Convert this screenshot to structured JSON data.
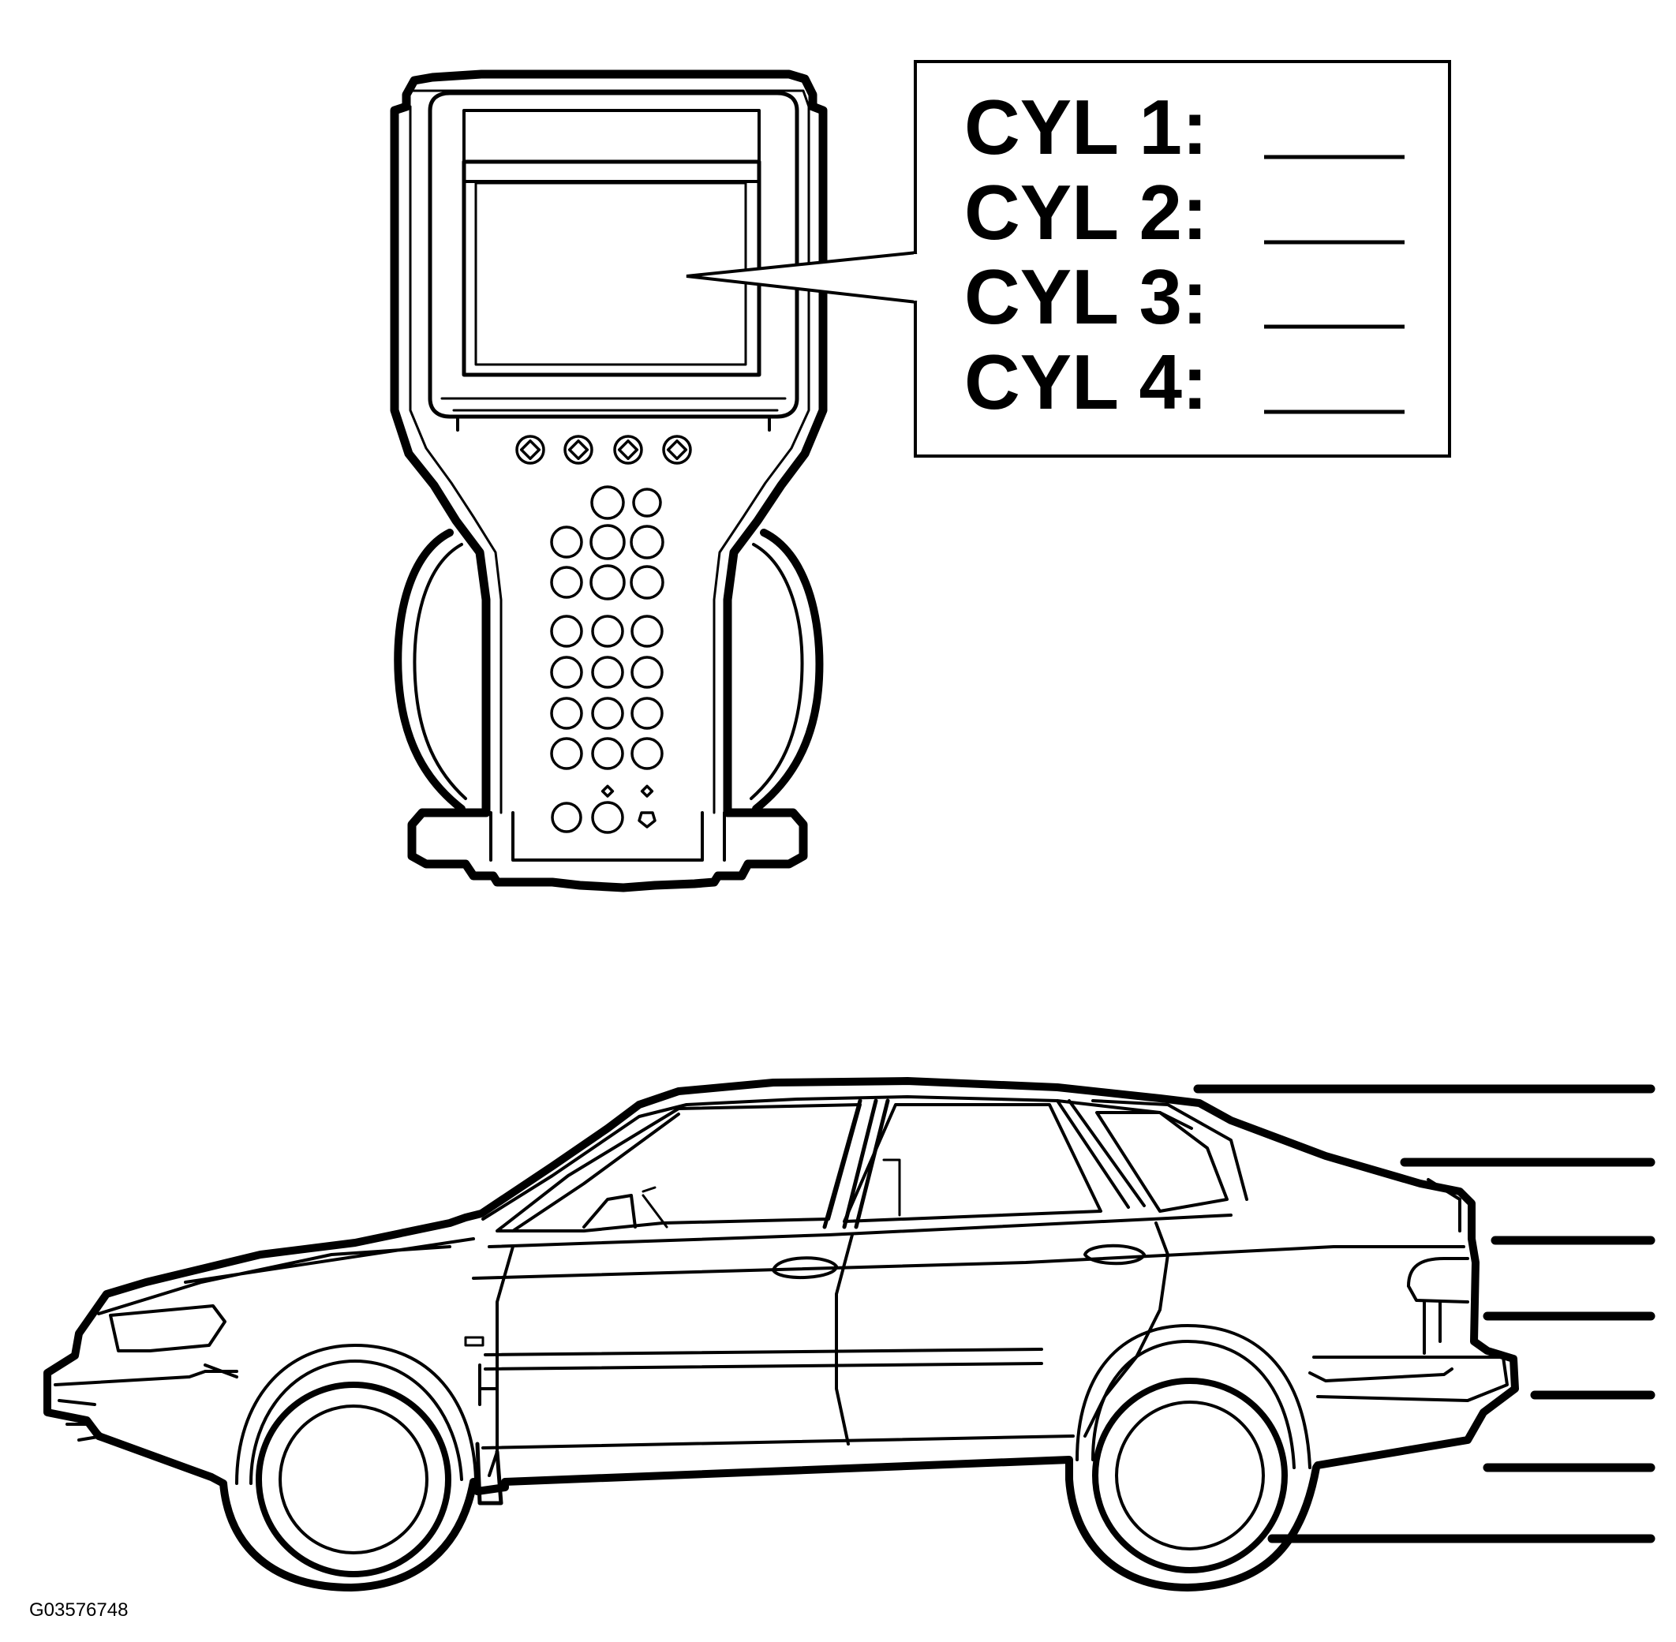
{
  "figure_code": "G03576748",
  "callout": {
    "rows": [
      {
        "label": "CYL 1:"
      },
      {
        "label": "CYL 2:"
      },
      {
        "label": "CYL 3:"
      },
      {
        "label": "CYL 4:"
      }
    ]
  },
  "colors": {
    "line": "#000000",
    "background": "#ffffff"
  },
  "icons": [
    "scan-tool-icon",
    "car-side-view-icon",
    "motion-lines-icon"
  ]
}
